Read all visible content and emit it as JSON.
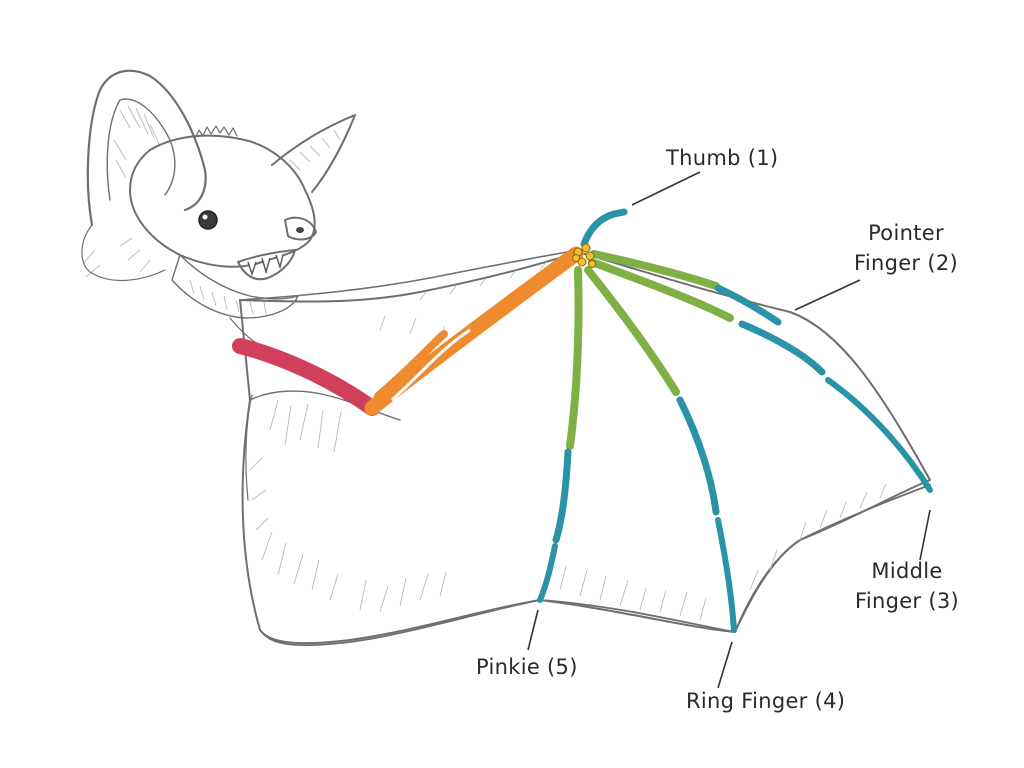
{
  "labels": {
    "thumb": "Thumb (1)",
    "pointer_line1": "Pointer",
    "pointer_line2": "Finger (2)",
    "middle_line1": "Middle",
    "middle_line2": "Finger (3)",
    "ring": "Ring Finger (4)",
    "pinkie": "Pinkie (5)"
  },
  "colors": {
    "upper_arm": "#d0405a",
    "forearm": "#ef8a2e",
    "proximal_bones": "#7fb046",
    "distal_bones": "#2a93a8",
    "wrist_joint": "#f2c12e",
    "membrane": "#f4f4f4",
    "label_text": "#2a2a2a",
    "leader_line": "#333333"
  }
}
